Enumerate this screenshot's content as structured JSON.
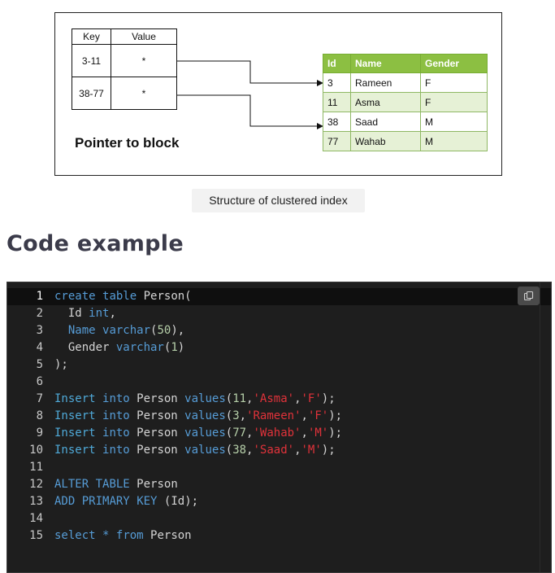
{
  "figure": {
    "kv_table": {
      "headers": [
        "Key",
        "Value"
      ],
      "rows": [
        {
          "key": "3-11",
          "value": "*"
        },
        {
          "key": "38-77",
          "value": "*"
        }
      ]
    },
    "pointer_label": "Pointer to block",
    "data_table": {
      "headers": [
        "Id",
        "Name",
        "Gender"
      ],
      "rows": [
        [
          "3",
          "Rameen",
          "F"
        ],
        [
          "11",
          "Asma",
          "F"
        ],
        [
          "38",
          "Saad",
          "M"
        ],
        [
          "77",
          "Wahab",
          "M"
        ]
      ]
    },
    "colors": {
      "header_green": "#8cbf42",
      "row_alt": "#e6f1d6"
    }
  },
  "caption": "Structure of clustered index",
  "section_heading": "Code example",
  "code": {
    "language": "sql",
    "copy_icon": "copy-icon",
    "lines": [
      {
        "n": "1",
        "tokens": [
          [
            "kw",
            "create"
          ],
          [
            "p",
            " "
          ],
          [
            "kw",
            "table"
          ],
          [
            "p",
            " Person("
          ]
        ]
      },
      {
        "n": "2",
        "tokens": [
          [
            "p",
            "  Id "
          ],
          [
            "kw",
            "int"
          ],
          [
            "p",
            ","
          ]
        ]
      },
      {
        "n": "3",
        "tokens": [
          [
            "p",
            "  "
          ],
          [
            "kw",
            "Name"
          ],
          [
            "p",
            " "
          ],
          [
            "kw",
            "varchar"
          ],
          [
            "p",
            "("
          ],
          [
            "num",
            "50"
          ],
          [
            "p",
            "),"
          ]
        ]
      },
      {
        "n": "4",
        "tokens": [
          [
            "p",
            "  Gender "
          ],
          [
            "kw",
            "varchar"
          ],
          [
            "p",
            "("
          ],
          [
            "num",
            "1"
          ],
          [
            "p",
            ")"
          ]
        ]
      },
      {
        "n": "5",
        "tokens": [
          [
            "p",
            ");"
          ]
        ]
      },
      {
        "n": "6",
        "tokens": []
      },
      {
        "n": "7",
        "tokens": [
          [
            "fn",
            "Insert"
          ],
          [
            "p",
            " "
          ],
          [
            "kw",
            "into"
          ],
          [
            "p",
            " Person "
          ],
          [
            "kw",
            "values"
          ],
          [
            "p",
            "("
          ],
          [
            "num",
            "11"
          ],
          [
            "p",
            ","
          ],
          [
            "str",
            "'Asma'"
          ],
          [
            "p",
            ","
          ],
          [
            "str",
            "'F'"
          ],
          [
            "p",
            ");"
          ]
        ]
      },
      {
        "n": "8",
        "tokens": [
          [
            "fn",
            "Insert"
          ],
          [
            "p",
            " "
          ],
          [
            "kw",
            "into"
          ],
          [
            "p",
            " Person "
          ],
          [
            "kw",
            "values"
          ],
          [
            "p",
            "("
          ],
          [
            "num",
            "3"
          ],
          [
            "p",
            ","
          ],
          [
            "str",
            "'Rameen'"
          ],
          [
            "p",
            ","
          ],
          [
            "str",
            "'F'"
          ],
          [
            "p",
            ");"
          ]
        ]
      },
      {
        "n": "9",
        "tokens": [
          [
            "fn",
            "Insert"
          ],
          [
            "p",
            " "
          ],
          [
            "kw",
            "into"
          ],
          [
            "p",
            " Person "
          ],
          [
            "kw",
            "values"
          ],
          [
            "p",
            "("
          ],
          [
            "num",
            "77"
          ],
          [
            "p",
            ","
          ],
          [
            "str",
            "'Wahab'"
          ],
          [
            "p",
            ","
          ],
          [
            "str",
            "'M'"
          ],
          [
            "p",
            ");"
          ]
        ]
      },
      {
        "n": "10",
        "tokens": [
          [
            "fn",
            "Insert"
          ],
          [
            "p",
            " "
          ],
          [
            "kw",
            "into"
          ],
          [
            "p",
            " Person "
          ],
          [
            "kw",
            "values"
          ],
          [
            "p",
            "("
          ],
          [
            "num",
            "38"
          ],
          [
            "p",
            ","
          ],
          [
            "str",
            "'Saad'"
          ],
          [
            "p",
            ","
          ],
          [
            "str",
            "'M'"
          ],
          [
            "p",
            ");"
          ]
        ]
      },
      {
        "n": "11",
        "tokens": []
      },
      {
        "n": "12",
        "tokens": [
          [
            "kw",
            "ALTER"
          ],
          [
            "p",
            " "
          ],
          [
            "kw",
            "TABLE"
          ],
          [
            "p",
            " Person"
          ]
        ]
      },
      {
        "n": "13",
        "tokens": [
          [
            "kw",
            "ADD"
          ],
          [
            "p",
            " "
          ],
          [
            "kw",
            "PRIMARY"
          ],
          [
            "p",
            " "
          ],
          [
            "kw",
            "KEY"
          ],
          [
            "p",
            " (Id);"
          ]
        ]
      },
      {
        "n": "14",
        "tokens": []
      },
      {
        "n": "15",
        "tokens": [
          [
            "kw",
            "select"
          ],
          [
            "p",
            " "
          ],
          [
            "kw",
            "*"
          ],
          [
            "p",
            " "
          ],
          [
            "kw",
            "from"
          ],
          [
            "p",
            " Person"
          ]
        ]
      }
    ]
  }
}
